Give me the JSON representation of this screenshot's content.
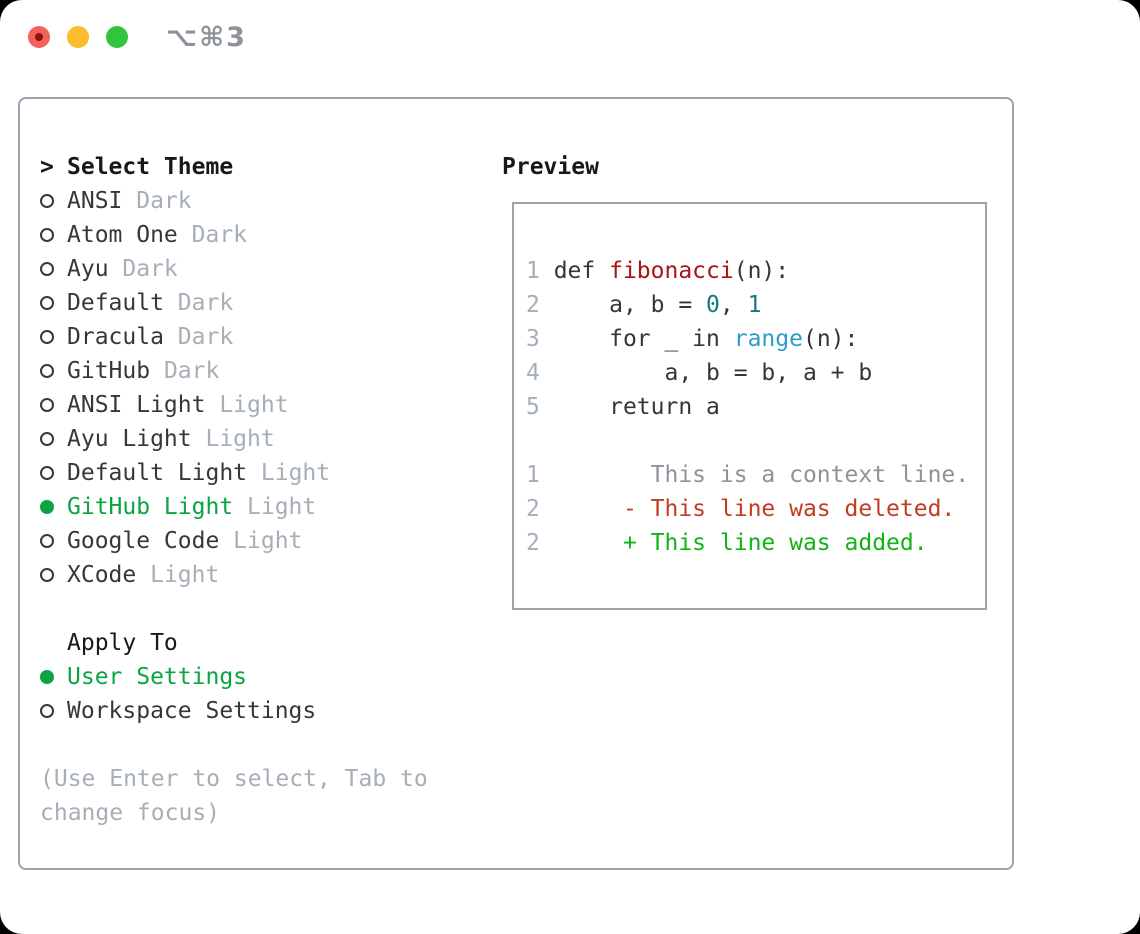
{
  "window": {
    "titlebar_shortcut": "⌥⌘3"
  },
  "theme_picker": {
    "prompt_marker": ">",
    "prompt": "Select Theme",
    "items": [
      {
        "name": "ANSI",
        "variant": "Dark",
        "selected": false
      },
      {
        "name": "Atom One",
        "variant": "Dark",
        "selected": false
      },
      {
        "name": "Ayu",
        "variant": "Dark",
        "selected": false
      },
      {
        "name": "Default",
        "variant": "Dark",
        "selected": false
      },
      {
        "name": "Dracula",
        "variant": "Dark",
        "selected": false
      },
      {
        "name": "GitHub",
        "variant": "Dark",
        "selected": false
      },
      {
        "name": "ANSI Light",
        "variant": "Light",
        "selected": false
      },
      {
        "name": "Ayu Light",
        "variant": "Light",
        "selected": false
      },
      {
        "name": "Default Light",
        "variant": "Light",
        "selected": false
      },
      {
        "name": "GitHub Light",
        "variant": "Light",
        "selected": true
      },
      {
        "name": "Google Code",
        "variant": "Light",
        "selected": false
      },
      {
        "name": "XCode",
        "variant": "Light",
        "selected": false
      }
    ],
    "apply_to": {
      "label": "Apply To",
      "options": [
        {
          "name": "User Settings",
          "selected": true
        },
        {
          "name": "Workspace Settings",
          "selected": false
        }
      ]
    },
    "hint_lines": [
      "(Use Enter to select, Tab to",
      "change focus)"
    ]
  },
  "preview": {
    "title": "Preview",
    "lines": [
      {
        "num": "1",
        "tokens": [
          {
            "text": "def ",
            "color": "code"
          },
          {
            "text": "fibonacci",
            "color": "function"
          },
          {
            "text": "(n):",
            "color": "code"
          }
        ]
      },
      {
        "num": "2",
        "tokens": [
          {
            "text": "    a, b = ",
            "color": "code"
          },
          {
            "text": "0",
            "color": "number"
          },
          {
            "text": ", ",
            "color": "code"
          },
          {
            "text": "1",
            "color": "number"
          }
        ]
      },
      {
        "num": "3",
        "tokens": [
          {
            "text": "    for _ in ",
            "color": "code"
          },
          {
            "text": "range",
            "color": "builtin"
          },
          {
            "text": "(n):",
            "color": "code"
          }
        ]
      },
      {
        "num": "4",
        "tokens": [
          {
            "text": "        a, b = b, a + b",
            "color": "code"
          }
        ]
      },
      {
        "num": "5",
        "tokens": [
          {
            "text": "    return a",
            "color": "code"
          }
        ]
      },
      {
        "num": "",
        "tokens": []
      },
      {
        "num": "1",
        "tokens": [
          {
            "text": "       This is a context line.",
            "color": "context"
          }
        ]
      },
      {
        "num": "2",
        "tokens": [
          {
            "text": "     - This line was deleted.",
            "color": "deleted"
          }
        ]
      },
      {
        "num": "2",
        "tokens": [
          {
            "text": "     + This line was added.",
            "color": "added"
          }
        ]
      }
    ]
  },
  "colors": {
    "outside_bg": "#000000",
    "window_bg": "#ffffff",
    "border_gray": "#9aa2ad",
    "traffic_red": "#f4605a",
    "traffic_red_dot": "#8e130d",
    "traffic_yellow": "#fbbd2d",
    "traffic_green": "#33c43d",
    "titlebar_text": "#8d9299",
    "text_black": "#16181b",
    "text_dark": "#34383d",
    "suffix_gray": "#a6aeb8",
    "hint_gray": "#a6aeb8",
    "accent_green": "#0ba441",
    "line_number": "#a4afbc",
    "code_default": "#33373c",
    "code_function_red": "#a61616",
    "code_number_teal": "#0f7b7f",
    "code_builtin_blue": "#2d9bd0",
    "diff_context_gray": "#8d9399",
    "diff_deleted_red": "#c33b22",
    "diff_added_green": "#10b413"
  }
}
